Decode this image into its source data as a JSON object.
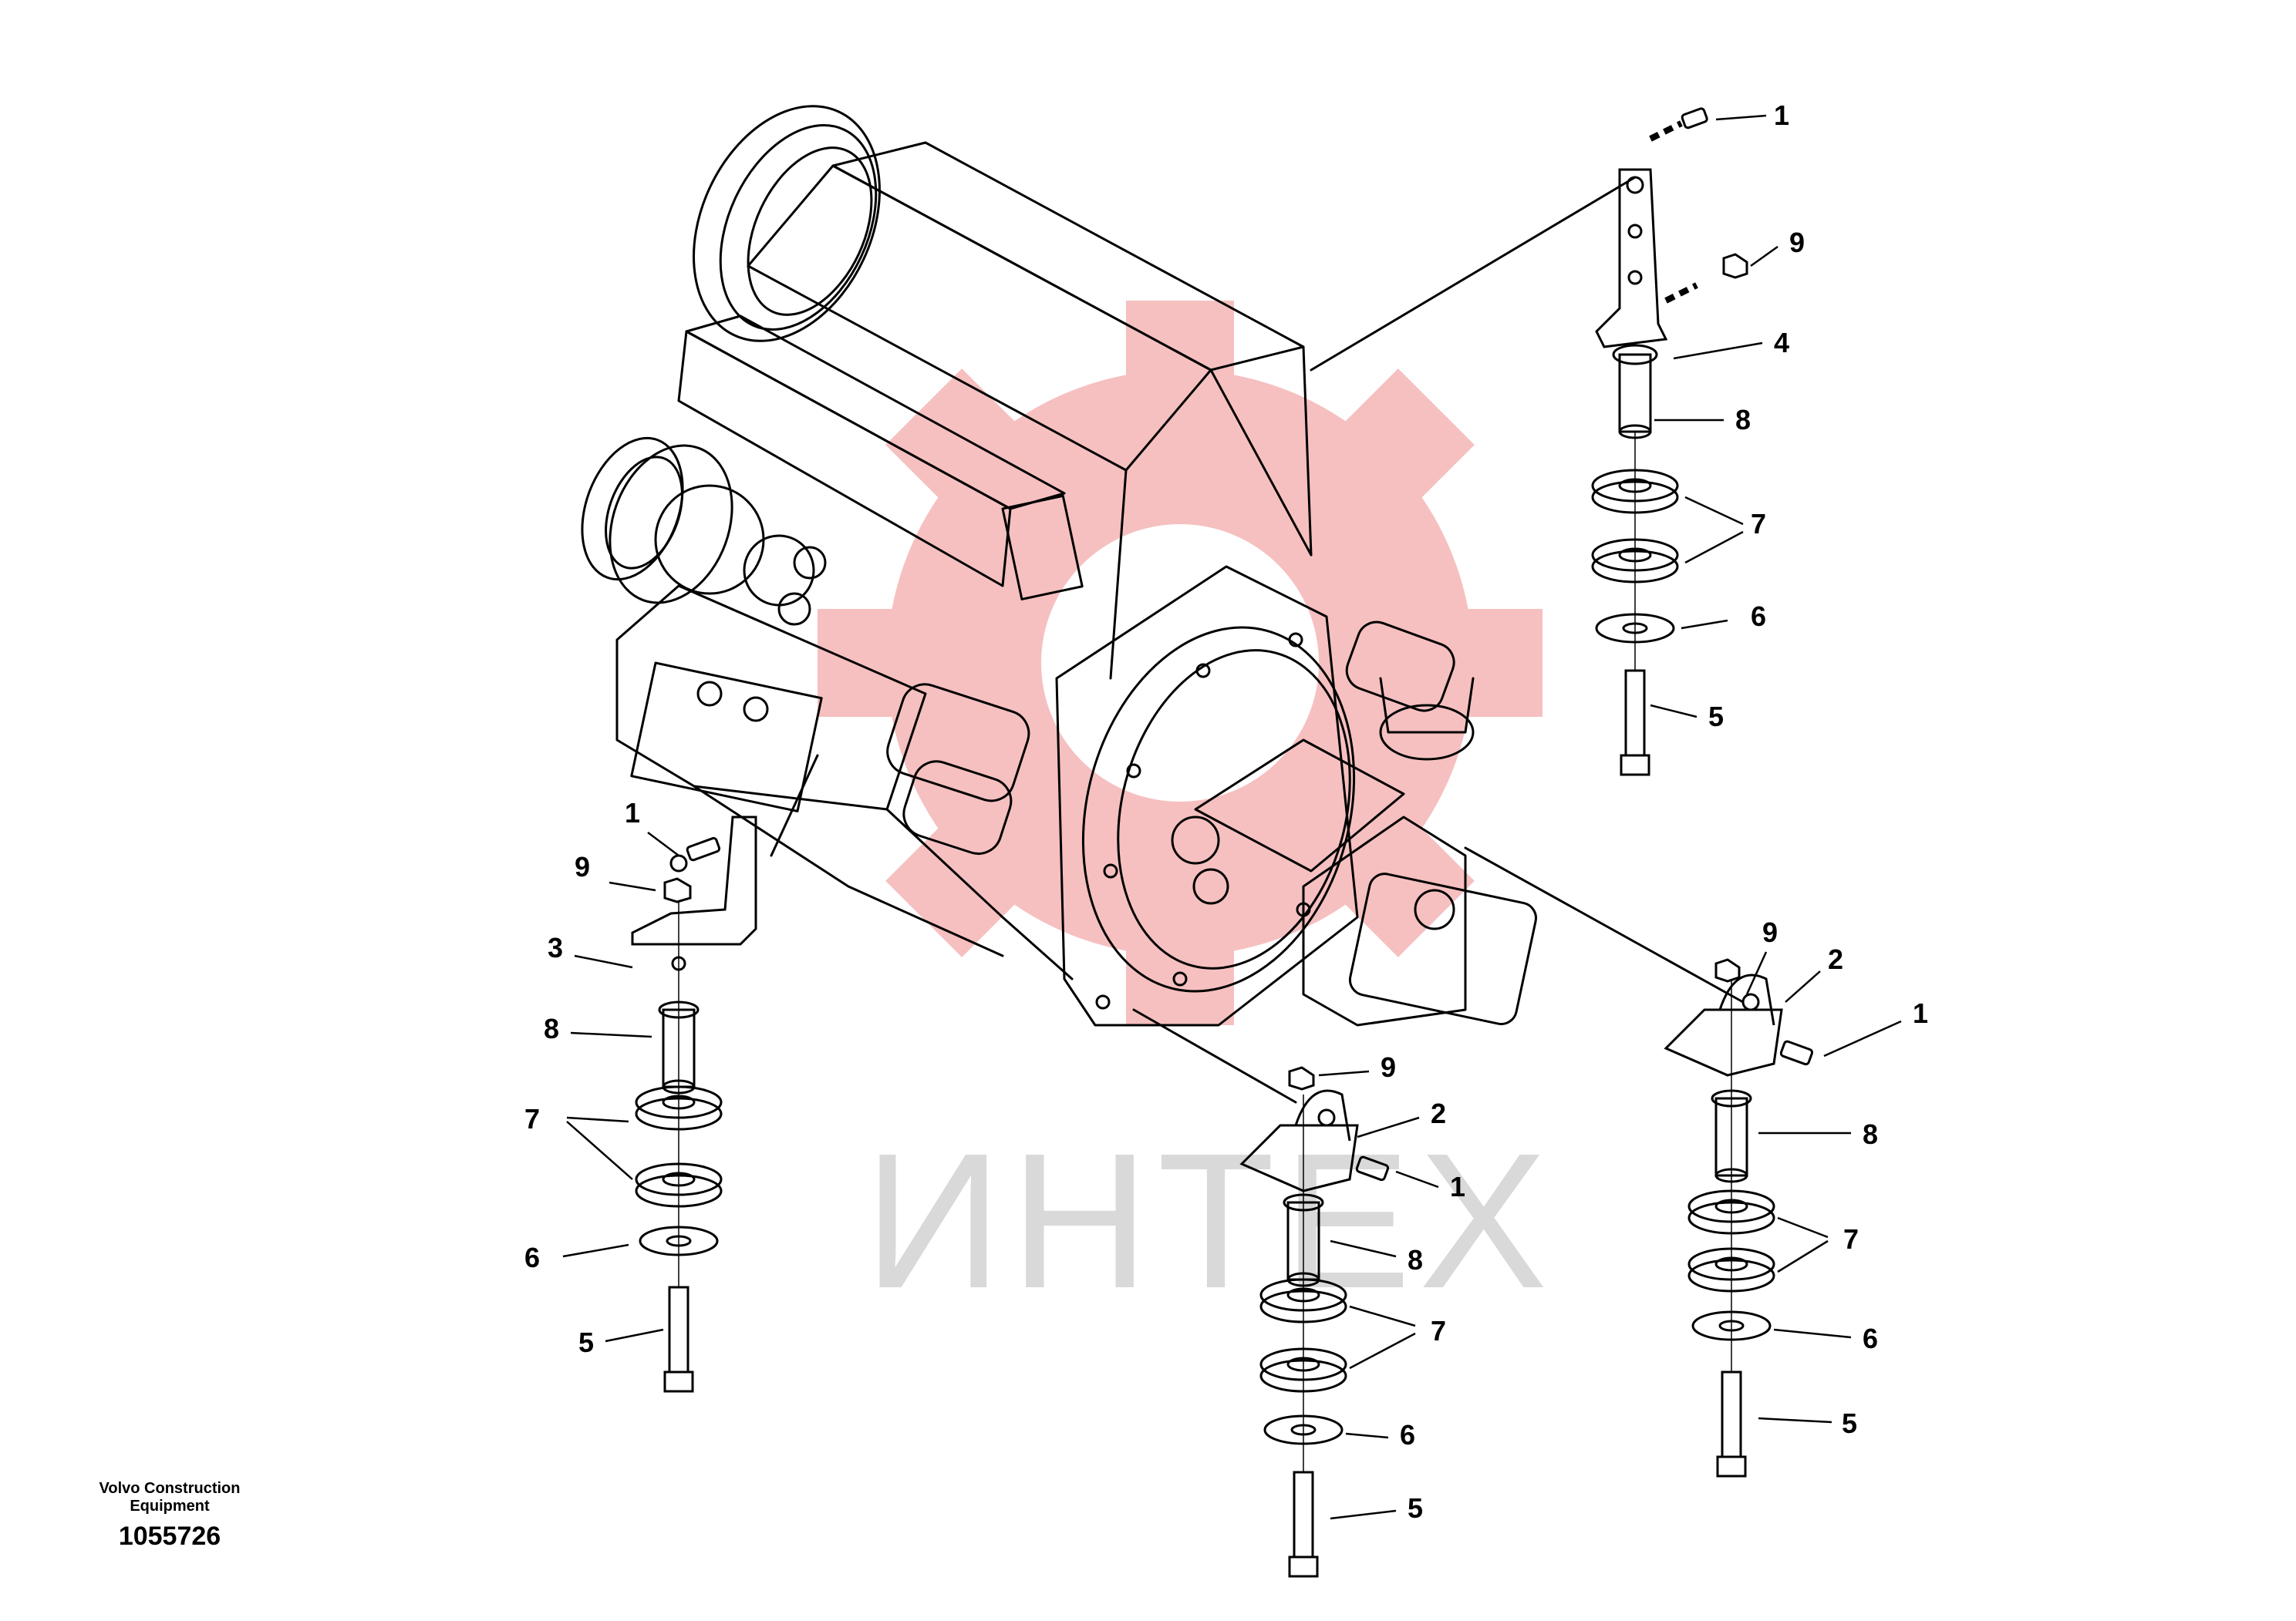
{
  "watermark": {
    "text": "ИНТЕХ",
    "gear_color": "#f5b5b5",
    "text_color": "#d9d9d9"
  },
  "caption": {
    "line1": "Volvo Construction",
    "line2": "Equipment",
    "number": "1055726"
  },
  "callouts": [
    {
      "id": "c1a",
      "label": "1"
    },
    {
      "id": "c9a",
      "label": "9"
    },
    {
      "id": "c4a",
      "label": "4"
    },
    {
      "id": "c8a",
      "label": "8"
    },
    {
      "id": "c7a",
      "label": "7"
    },
    {
      "id": "c6a",
      "label": "6"
    },
    {
      "id": "c5a",
      "label": "5"
    },
    {
      "id": "c1b",
      "label": "1"
    },
    {
      "id": "c9b",
      "label": "9"
    },
    {
      "id": "c3b",
      "label": "3"
    },
    {
      "id": "c8b",
      "label": "8"
    },
    {
      "id": "c7b",
      "label": "7"
    },
    {
      "id": "c6b",
      "label": "6"
    },
    {
      "id": "c5b",
      "label": "5"
    },
    {
      "id": "c9c",
      "label": "9"
    },
    {
      "id": "c2c",
      "label": "2"
    },
    {
      "id": "c1c",
      "label": "1"
    },
    {
      "id": "c8c",
      "label": "8"
    },
    {
      "id": "c7c",
      "label": "7"
    },
    {
      "id": "c6c",
      "label": "6"
    },
    {
      "id": "c5c",
      "label": "5"
    },
    {
      "id": "c9d",
      "label": "9"
    },
    {
      "id": "c2d",
      "label": "2"
    },
    {
      "id": "c1d",
      "label": "1"
    },
    {
      "id": "c8d",
      "label": "8"
    },
    {
      "id": "c7d",
      "label": "7"
    },
    {
      "id": "c6d",
      "label": "6"
    },
    {
      "id": "c5d",
      "label": "5"
    }
  ]
}
